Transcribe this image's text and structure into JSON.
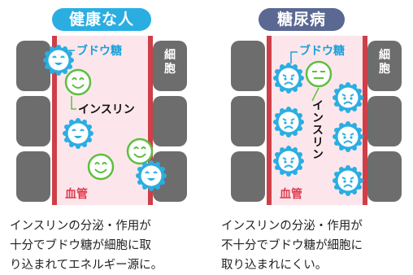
{
  "left": {
    "title": "健康な人",
    "glucose_label": "ブドウ糖",
    "insulin_label": "インスリン",
    "blood_label": "血管",
    "cell_label": "細胞",
    "description": [
      "インスリンの分泌・作用が",
      "十分でブドウ糖が細胞に取",
      "り込まれてエネルギー源に。"
    ]
  },
  "right": {
    "title": "糖尿病",
    "glucose_label": "ブドウ糖",
    "insulin_label": "インスリン",
    "blood_label": "血管",
    "cell_label": "細胞",
    "description": [
      "インスリンの分泌・作用が",
      "不十分でブドウ糖が細胞に",
      "取り込まれにくい。"
    ]
  },
  "colors": {
    "healthy": "#2aaee2",
    "diabetes": "#5a6892",
    "glucose_fill": "#2aaee2",
    "insulin": "#5dbf3f",
    "vessel_wall": "#cf3f47"
  }
}
